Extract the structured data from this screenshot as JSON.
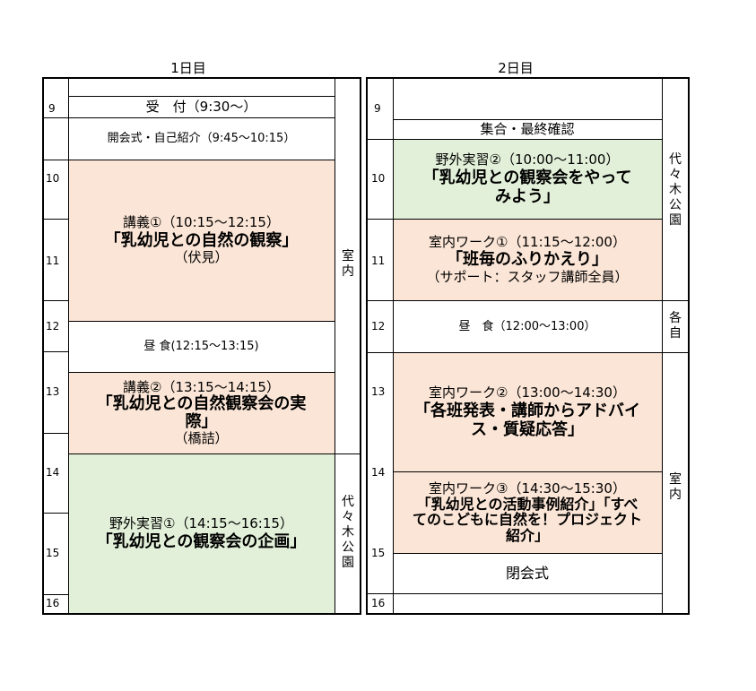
{
  "day1": {
    "label": "1日目",
    "hours": [
      "9",
      "10",
      "11",
      "12",
      "13",
      "14",
      "15",
      "16"
    ],
    "reception": "受　付（9:30～）",
    "opening": "開会式・自己紹介（9:45～10:15）",
    "lecture1": {
      "line1": "講義①（10:15～12:15）",
      "title": "「乳幼児との自然の観察」",
      "speaker": "（伏見）"
    },
    "lunch": "昼 食(12:15～13:15)",
    "lecture2": {
      "line1": "講義②（13:15～14:15）",
      "title_a": "「乳幼児との自然観察会の実",
      "title_b": "際」",
      "speaker": "（橋詰）"
    },
    "field1": {
      "line1": "野外実習①（14:15～16:15）",
      "title": "「乳幼児との観察会の企画」"
    },
    "loc_indoor": "室内",
    "loc_park": "代々木公園"
  },
  "day2": {
    "label": "2日目",
    "hours": [
      "9",
      "10",
      "11",
      "12",
      "13",
      "14",
      "15",
      "16"
    ],
    "gather": "集合・最終確認",
    "field2": {
      "line1": "野外実習②（10:00～11:00）",
      "title_a": "「乳幼児との観察会をやって",
      "title_b": "みよう」"
    },
    "work1": {
      "line1": "室内ワーク①（11:15～12:00）",
      "title": "「班毎のふりかえり」",
      "support": "（サポート：スタッフ講師全員）"
    },
    "lunch": "昼　食（12:00～13:00）",
    "work2": {
      "line1": "室内ワーク②（13:00～14:30）",
      "title_a": "「各班発表・講師からアドバイ",
      "title_b": "ス・質疑応答」"
    },
    "work3": {
      "line1": "室内ワーク③（14:30～15:30）",
      "title_a": "「乳幼児との活動事例紹介」「すべ",
      "title_b": "てのこどもに自然を！プロジェクト",
      "title_c": "紹介」"
    },
    "closing": "閉会式",
    "loc_park": "代々木公園",
    "loc_self": "各自",
    "loc_indoor": "室内"
  }
}
